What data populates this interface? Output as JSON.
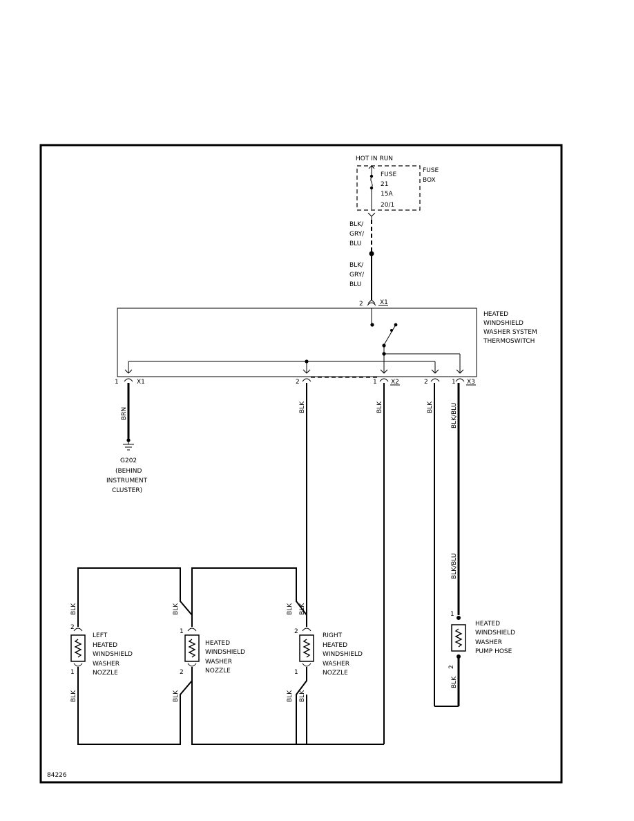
{
  "figure_id": "84226",
  "power": {
    "hot_label": "HOT IN RUN",
    "fuse": [
      "FUSE",
      "21",
      "15A",
      "20/1"
    ],
    "fuse_box": [
      "FUSE",
      "BOX"
    ]
  },
  "wires": {
    "feed_upper": [
      "BLK/",
      "GRY/",
      "BLU"
    ],
    "feed_lower": [
      "BLK/",
      "GRY/",
      "BLU"
    ],
    "ground_wire": "BRN",
    "blk": "BLK",
    "blk_blu": "BLK/BLU"
  },
  "thermoswitch": {
    "label": [
      "HEATED",
      "WINDSHIELD",
      "WASHER SYSTEM",
      "THERMOSWITCH"
    ],
    "connector_x1": "X1",
    "connector_x2": "X2",
    "connector_x3": "X3",
    "pin_1": "1",
    "pin_2": "2"
  },
  "ground": {
    "label": [
      "G202",
      "(BEHIND",
      "INSTRUMENT",
      "CLUSTER)"
    ]
  },
  "nozzles": {
    "left": [
      "LEFT",
      "HEATED",
      "WINDSHIELD",
      "WASHER",
      "NOZZLE"
    ],
    "center": [
      "HEATED",
      "WINDSHIELD",
      "WASHER",
      "NOZZLE"
    ],
    "right": [
      "RIGHT",
      "HEATED",
      "WINDSHIELD",
      "WASHER",
      "NOZZLE"
    ]
  },
  "pump_hose": {
    "label": [
      "HEATED",
      "WINDSHIELD",
      "WASHER",
      "PUMP HOSE"
    ]
  }
}
